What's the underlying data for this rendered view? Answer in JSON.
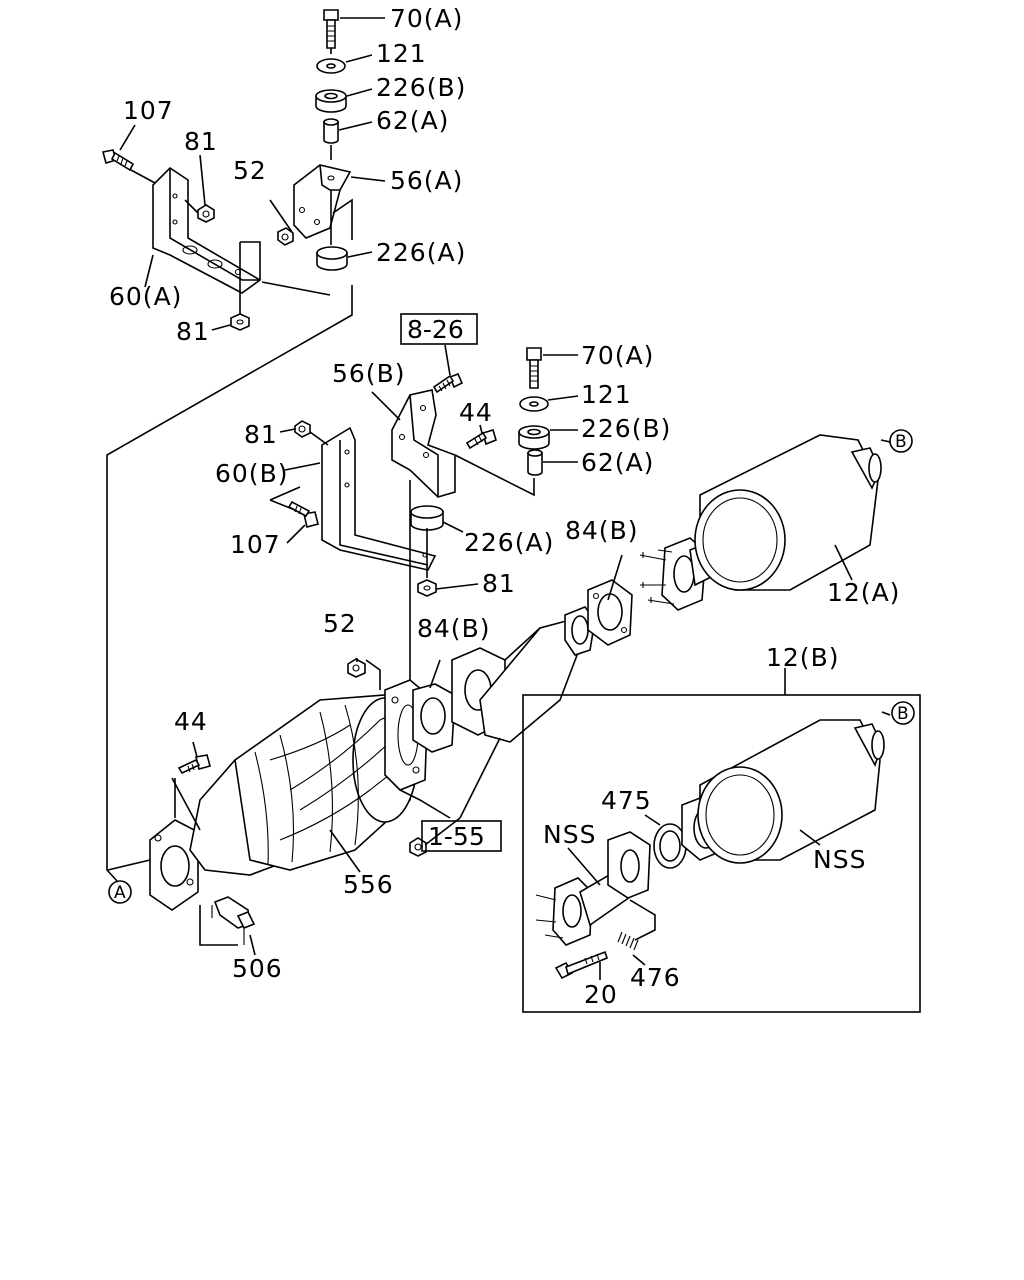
{
  "labels": {
    "l70a_top": "70(A)",
    "l121_top": "121",
    "l226b_top": "226(B)",
    "l62a_top": "62(A)",
    "l56a": "56(A)",
    "l226a_top": "226(A)",
    "l107_top": "107",
    "l81_top": "81",
    "l52_top": "52",
    "l60a": "60(A)",
    "l81_mid": "81",
    "l70a_right": "70(A)",
    "l121_right": "121",
    "l226b_right": "226(B)",
    "l62a_right": "62(A)",
    "l56b": "56(B)",
    "l44_mid": "44",
    "l81_left": "81",
    "l60b": "60(B)",
    "l107_mid": "107",
    "l226a_mid": "226(A)",
    "l81_low": "81",
    "l84b_right": "84(B)",
    "l12a": "12(A)",
    "l12b": "12(B)",
    "l52_low": "52",
    "l84b_mid": "84(B)",
    "l44_low": "44",
    "l556": "556",
    "l506": "506",
    "l475": "475",
    "l476": "476",
    "l20": "20",
    "lnss_left": "NSS",
    "lnss_right": "NSS"
  },
  "refs": {
    "ref_8_26": "8-26",
    "ref_1_55": "1-55"
  },
  "circles": {
    "circle_a": "A",
    "circle_b_top": "B",
    "circle_b_low": "B"
  }
}
